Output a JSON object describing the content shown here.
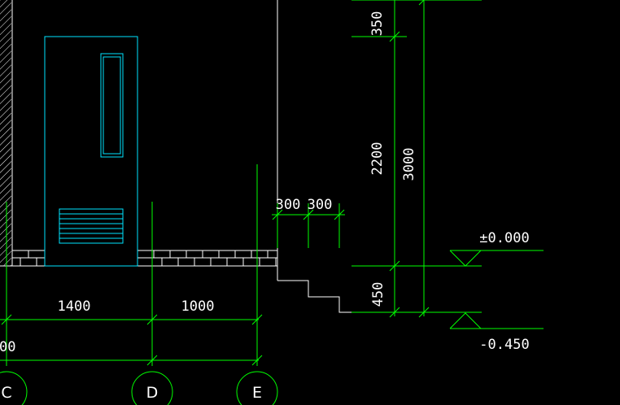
{
  "drawing": {
    "background": "#000000",
    "colors": {
      "dimension": "#00ff00",
      "outline": "#ffffff",
      "door": "#00e5ff"
    }
  },
  "dimensions": {
    "horizontal": {
      "d1400": "1400",
      "d1000": "1000",
      "partial": "00",
      "step1": "300",
      "step2": "300"
    },
    "vertical": {
      "d350": "350",
      "d2200": "2200",
      "d3000": "3000",
      "d450": "450"
    }
  },
  "elevations": {
    "zero": "±0.000",
    "lower": "-0.450"
  },
  "axes": [
    "C",
    "D",
    "E"
  ]
}
